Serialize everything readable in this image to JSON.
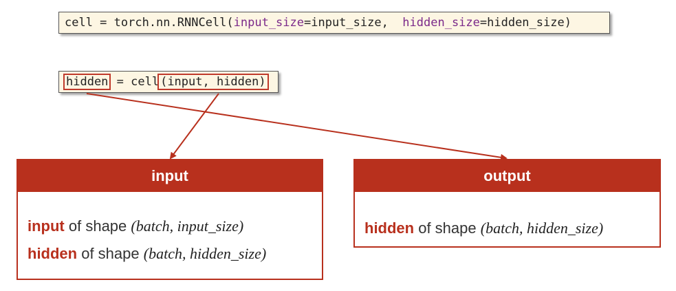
{
  "code_line_1": {
    "prefix": "cell = torch.nn.RNNCell(",
    "kw1": "input_size",
    "mid1": "=input_size,  ",
    "kw2": "hidden_size",
    "suffix": "=hidden_size)"
  },
  "code_line_2": {
    "lhs": "hidden",
    "middle": " = cell",
    "args": "(input, hidden)"
  },
  "input_box": {
    "title": "input",
    "lines": [
      {
        "term": "input",
        "text": " of shape ",
        "math": "(batch, input_size)"
      },
      {
        "term": "hidden",
        "text": " of shape ",
        "math": "(batch, hidden_size)"
      }
    ]
  },
  "output_box": {
    "title": "output",
    "lines": [
      {
        "term": "hidden",
        "text": " of shape ",
        "math": "(batch, hidden_size)"
      }
    ]
  },
  "colors": {
    "accent": "#b8301d",
    "code_bg": "#fdf6e3",
    "keyword": "#7b2a8a"
  }
}
